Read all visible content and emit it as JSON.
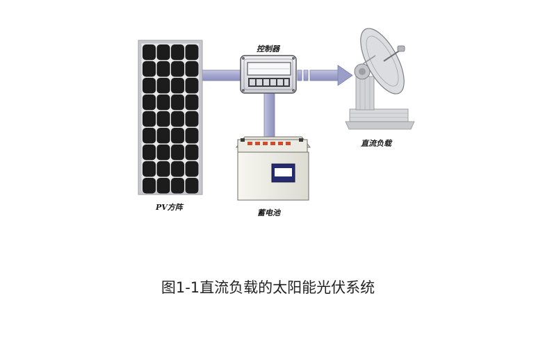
{
  "labels": {
    "pv_panel": "PV方阵",
    "controller": "控制器",
    "battery": "蓄电池",
    "dc_load": "直流负载"
  },
  "caption": "图1-1直流负载的太阳能光伏系统",
  "colors": {
    "wire": "#a3a6cc",
    "wire_edge": "#7c80ad",
    "panel_frame": "#b9bcc2",
    "cell": "#1c1c1c",
    "controller_body": "#e9e9ec",
    "battery_body": "#f2f1ea",
    "battery_window": "#262a6e",
    "terminal": "#d24a2a"
  }
}
